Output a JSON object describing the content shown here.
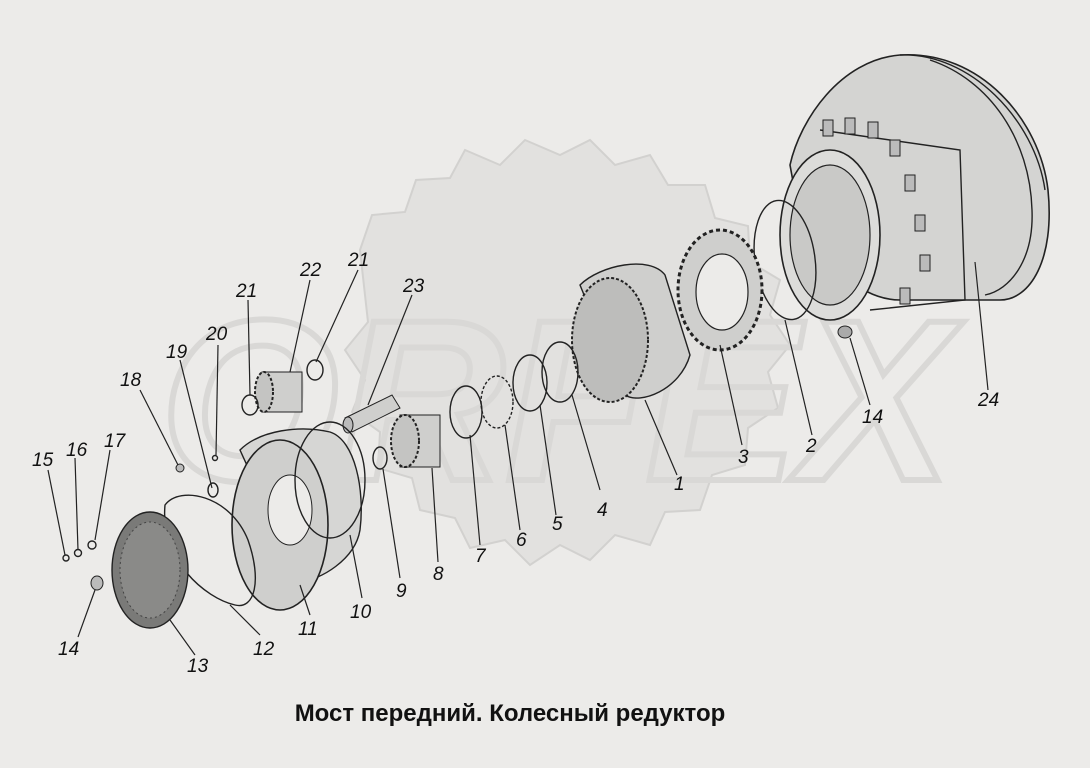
{
  "title": "Мост передний. Колесный редуктор",
  "watermark": {
    "text": "ORFEX"
  },
  "callouts": {
    "c1": "1",
    "c2": "2",
    "c3": "3",
    "c4": "4",
    "c5": "5",
    "c6": "6",
    "c7": "7",
    "c8": "8",
    "c9": "9",
    "c10": "10",
    "c11": "11",
    "c12": "12",
    "c13": "13",
    "c14a": "14",
    "c14b": "14",
    "c15": "15",
    "c16": "16",
    "c17": "17",
    "c18": "18",
    "c19": "19",
    "c20": "20",
    "c21a": "21",
    "c21b": "21",
    "c22": "22",
    "c23": "23",
    "c24": "24"
  },
  "colors": {
    "background": "#ecebe9",
    "watermark": "#e2e1df",
    "part_fill": "#d2d2d0",
    "line": "#222222"
  }
}
